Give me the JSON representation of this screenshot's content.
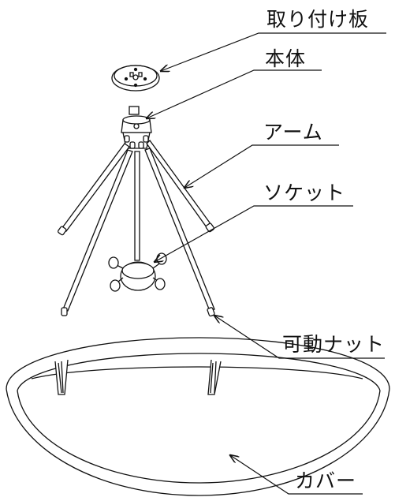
{
  "labels": {
    "mounting_plate": "取り付け板",
    "body": "本体",
    "arm": "アーム",
    "socket": "ソケット",
    "movable_nut": "可動ナット",
    "cover": "カバー"
  },
  "colors": {
    "line": "#111111",
    "background": "#ffffff"
  }
}
